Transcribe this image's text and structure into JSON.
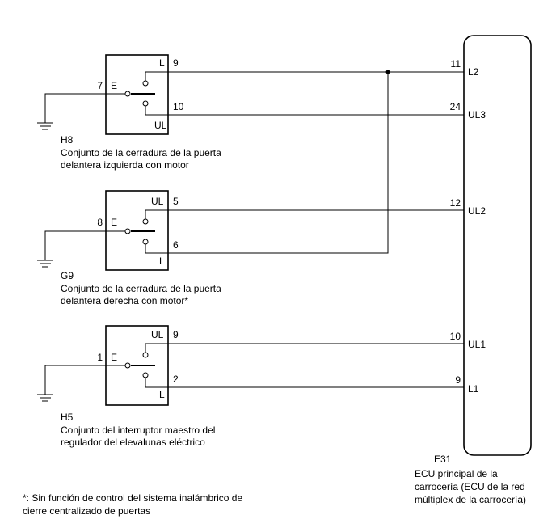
{
  "ecu": {
    "code": "E31",
    "name_lines": [
      "ECU principal de la",
      "carrocería (ECU de la red",
      "múltiplex de la carrocería)"
    ],
    "terminals": [
      {
        "name": "L2",
        "pin": "11"
      },
      {
        "name": "UL3",
        "pin": "24"
      },
      {
        "name": "UL2",
        "pin": "12"
      },
      {
        "name": "UL1",
        "pin": "10"
      },
      {
        "name": "L1",
        "pin": "9"
      }
    ]
  },
  "components": [
    {
      "code": "H8",
      "name_lines": [
        "Conjunto de la cerradura de la puerta",
        "delantera izquierda con motor"
      ],
      "e_pin": "7",
      "e_label": "E",
      "top_label": "L",
      "top_pin": "9",
      "bottom_label": "UL",
      "bottom_pin": "10"
    },
    {
      "code": "G9",
      "name_lines": [
        "Conjunto de la cerradura de la puerta",
        "delantera derecha con motor*"
      ],
      "e_pin": "8",
      "e_label": "E",
      "top_label": "UL",
      "top_pin": "5",
      "bottom_label": "L",
      "bottom_pin": "6"
    },
    {
      "code": "H5",
      "name_lines": [
        "Conjunto del interruptor maestro del",
        "regulador del elevalunas eléctrico"
      ],
      "e_pin": "1",
      "e_label": "E",
      "top_label": "UL",
      "top_pin": "9",
      "bottom_label": "L",
      "bottom_pin": "2"
    }
  ],
  "footnote_lines": [
    "*: Sin función de control del sistema inalámbrico de",
    "cierre centralizado de puertas"
  ]
}
